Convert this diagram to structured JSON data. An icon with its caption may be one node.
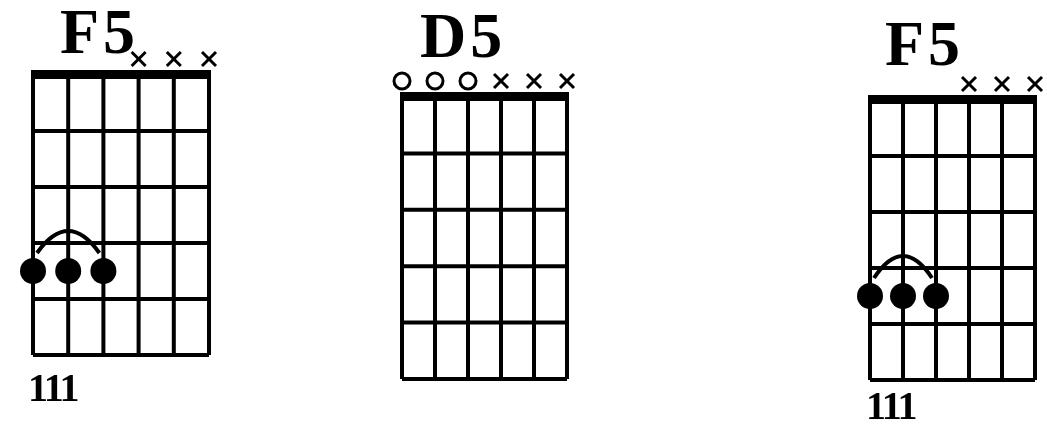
{
  "diagram": {
    "labels": [
      "F5",
      "D5",
      "F5",
      "111",
      "111"
    ]
  }
}
